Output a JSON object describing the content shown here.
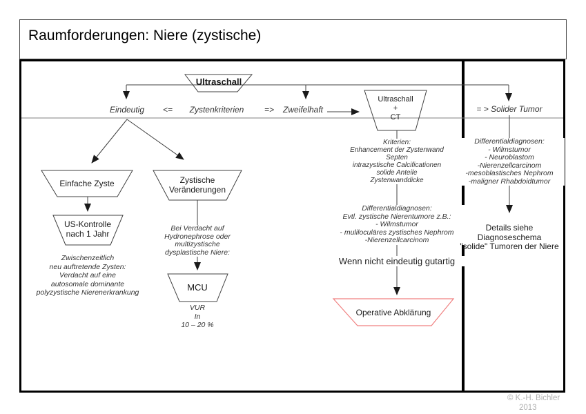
{
  "title": "Raumforderungen: Niere (zystische)",
  "flow": {
    "ultraschall": "Ultraschall",
    "eindeutig": "Eindeutig",
    "op_left": "<=",
    "zystenkriterien": "Zystenkriterien",
    "op_right": "=>",
    "zweifelhaft": "Zweifelhaft",
    "us_ct": [
      "Ultraschall",
      "+",
      "CT"
    ],
    "solider_tumor": "= > Solider Tumor",
    "einfache_zyste": "Einfache Zyste",
    "zystische_veraenderungen": [
      "Zystische",
      "Veränderungen"
    ],
    "us_kontrolle": [
      "US-Kontrolle",
      "nach 1 Jahr"
    ],
    "mcu": "MCU",
    "operative_abklaerung": "Operative Abklärung",
    "wenn_nicht_gutartig": "Wenn nicht eindeutig gutartig"
  },
  "notes": {
    "zwischenzeitlich": [
      "Zwischenzeitlich",
      "neu auftretende Zysten:",
      "Verdacht auf eine",
      "autosomale dominante",
      "polyzystische Nierenerkrankung"
    ],
    "bei_verdacht": [
      "Bei Verdacht auf",
      "Hydronephrose oder",
      "multizystische",
      "dysplastische Niere:"
    ],
    "vur": [
      "VUR",
      "In",
      "10 – 20 %"
    ],
    "kriterien": [
      "Kriterien:",
      "Enhancement der Zystenwand",
      "Septen",
      "intrazystische Calcificationen",
      "solide Anteile",
      "Zystenwanddicke"
    ],
    "dd_mitte": [
      "Differentialdiagnosen:",
      "Evtl. zystische Nierentumore z.B.:",
      "- Wilmstumor",
      "- muliloculäres zystisches Nephrom",
      "-Nierenzellcarcinom"
    ],
    "dd_rechts": [
      "Differentialdiagnosen:",
      "- Wilmstumor",
      "- Neuroblastom",
      "-Nierenzellcarcinom",
      "-mesoblastisches Nephrom",
      "-maligner Rhabdoidtumor"
    ],
    "details": [
      "Details siehe",
      "Diagnoseschema",
      "\"solide\" Tumoren der Niere"
    ]
  },
  "footer": {
    "copyright": "© K.-H. Bichler",
    "year": "2013"
  },
  "colors": {
    "line": "#404040",
    "gray_line": "#808080",
    "border": "#000000",
    "operative_border": "#f08080",
    "muted_text": "#b0b0b0"
  }
}
